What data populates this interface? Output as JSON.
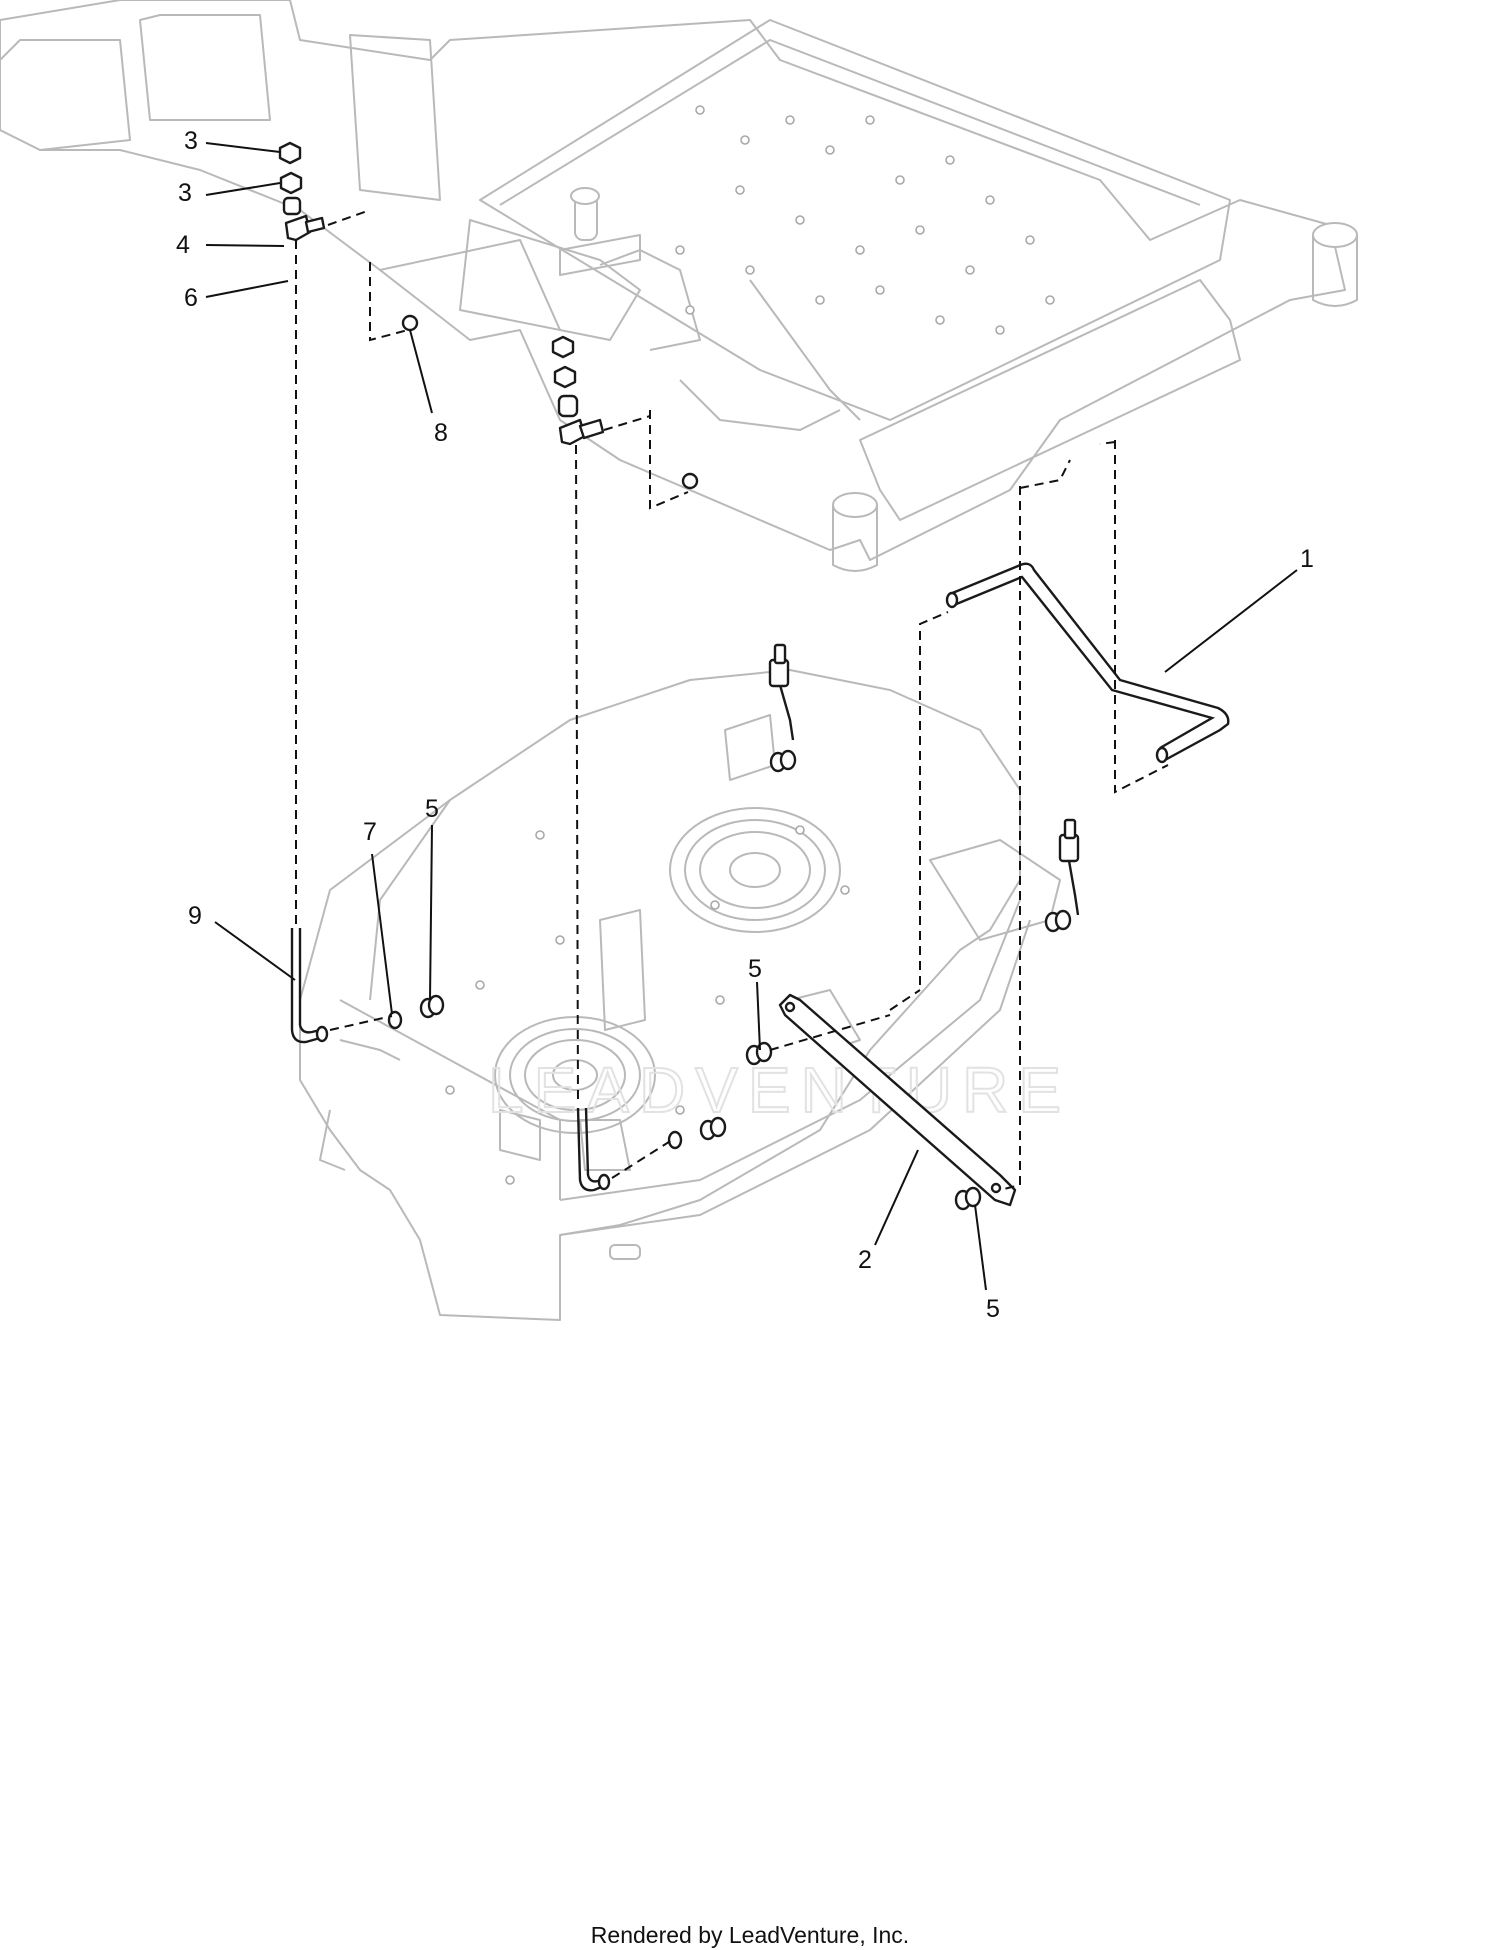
{
  "diagram": {
    "callouts": [
      {
        "id": "c1",
        "label": "1"
      },
      {
        "id": "c2",
        "label": "2"
      },
      {
        "id": "c3a",
        "label": "3"
      },
      {
        "id": "c3b",
        "label": "3"
      },
      {
        "id": "c4",
        "label": "4"
      },
      {
        "id": "c5a",
        "label": "5"
      },
      {
        "id": "c5b",
        "label": "5"
      },
      {
        "id": "c5c",
        "label": "5"
      },
      {
        "id": "c6",
        "label": "6"
      },
      {
        "id": "c7",
        "label": "7"
      },
      {
        "id": "c8",
        "label": "8"
      },
      {
        "id": "c9",
        "label": "9"
      }
    ],
    "watermark": "LEADVENTURE"
  },
  "footer": {
    "text": "Rendered by LeadVenture, Inc."
  }
}
